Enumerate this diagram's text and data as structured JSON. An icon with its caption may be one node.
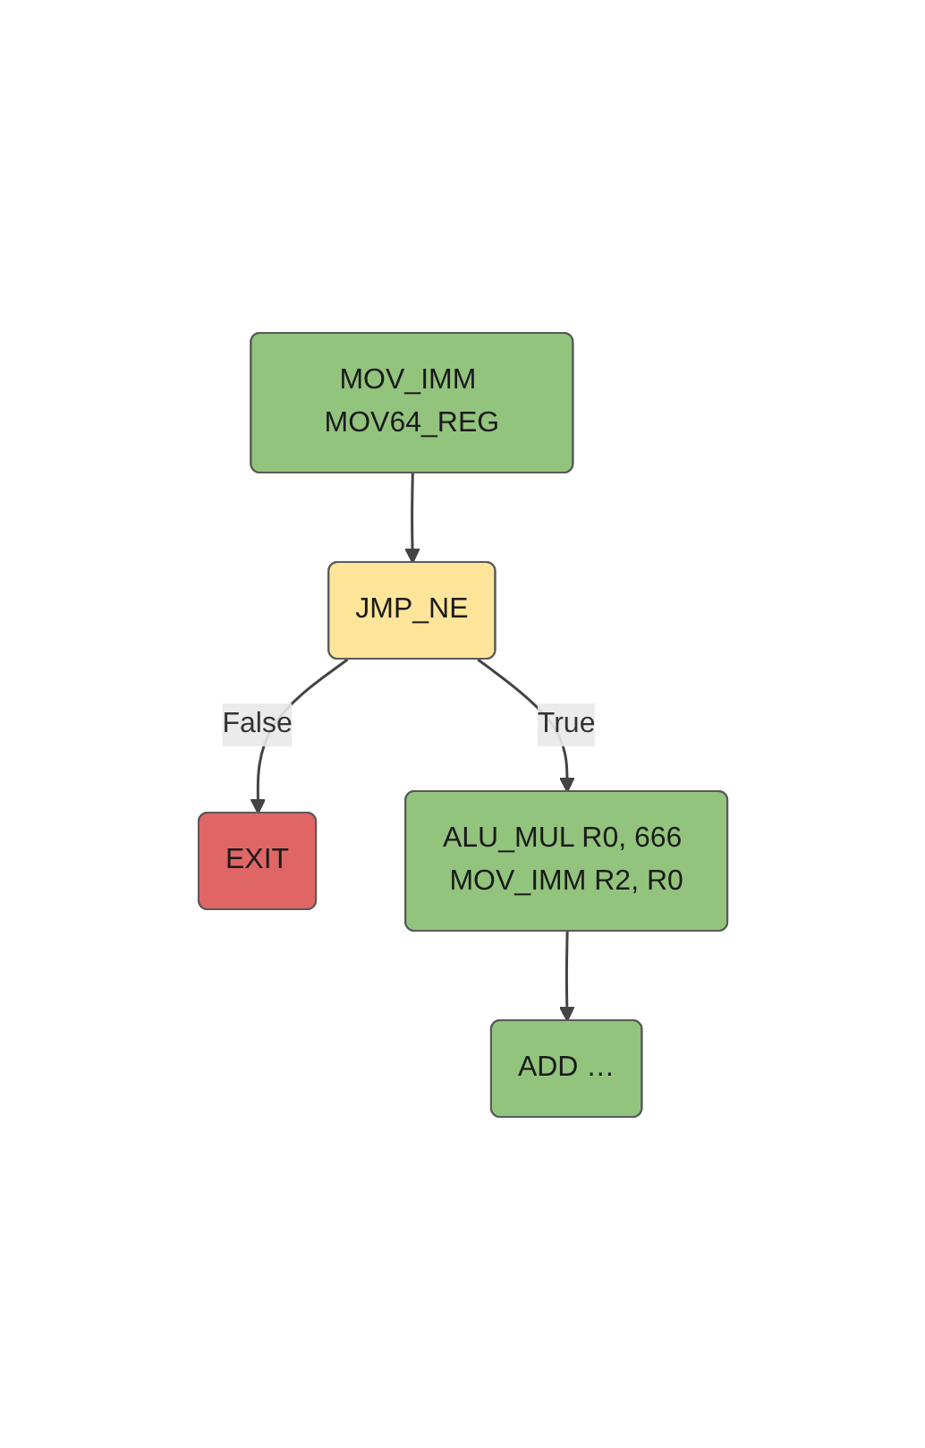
{
  "diagram": {
    "nodes": [
      {
        "text": [
          "MOV_IMM MOV64_REG"
        ]
      },
      {
        "text": [
          "JMP_NE"
        ]
      },
      {
        "text": [
          "EXIT"
        ]
      },
      {
        "text": [
          "ALU_MUL R0, 666 MOV_IMM R2, R0"
        ]
      },
      {
        "text": [
          "ADD …"
        ]
      }
    ],
    "edges": [
      {
        "from": 0,
        "to": 1,
        "arrow": "to"
      },
      {
        "from": 1,
        "to": 2,
        "label": "False",
        "arrow": "to"
      },
      {
        "from": 1,
        "to": 3,
        "label": "True",
        "arrow": "to"
      },
      {
        "from": 3,
        "to": 4,
        "arrow": "to"
      }
    ]
  }
}
